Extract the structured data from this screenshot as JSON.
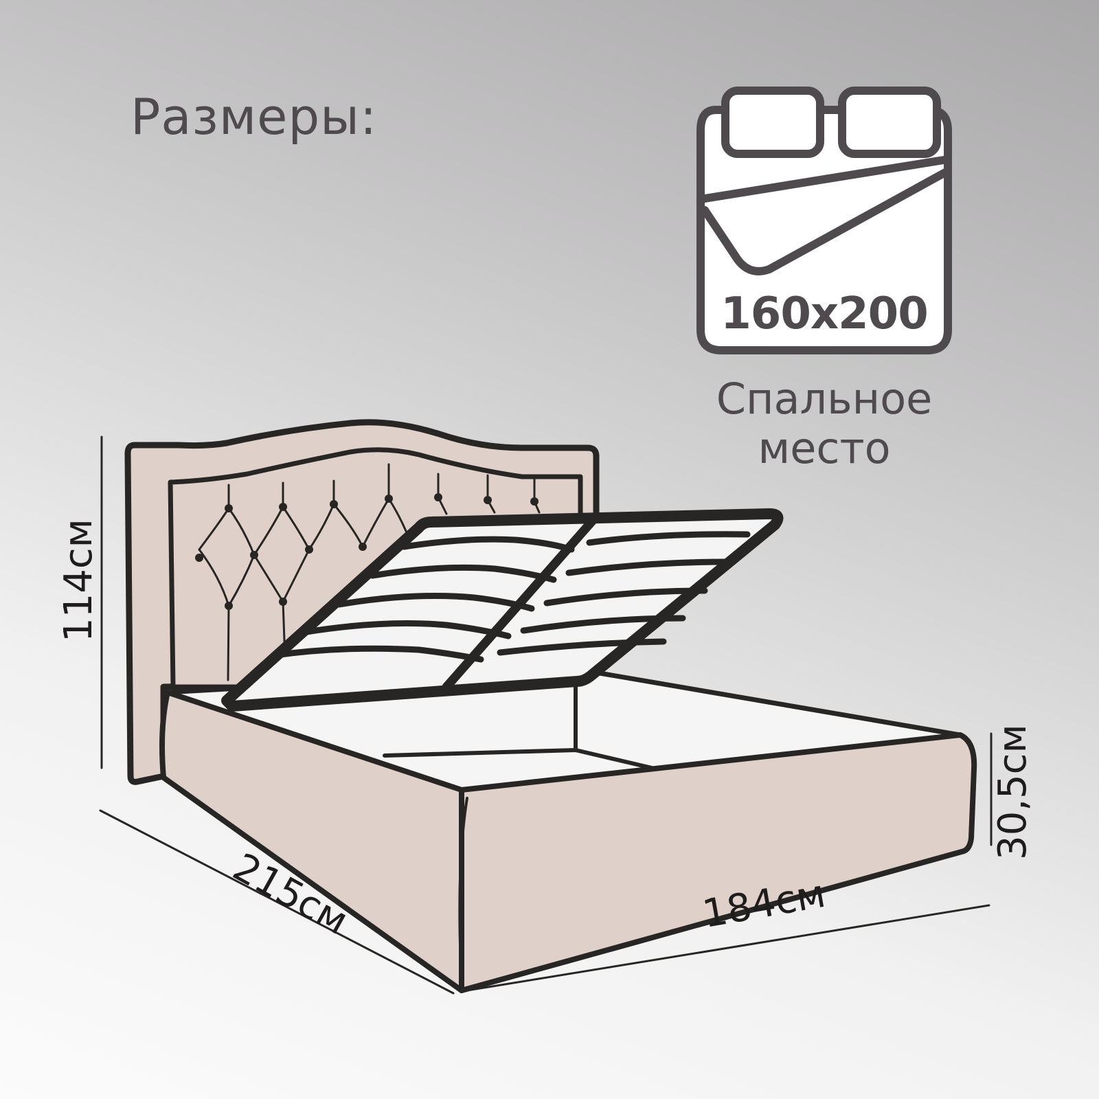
{
  "title": "Размеры:",
  "sleeping_area": {
    "icon": "double-bed-icon",
    "size_label": "160x200",
    "caption_line1": "Спальное",
    "caption_line2": "место"
  },
  "dimensions": {
    "height_total": "114см",
    "height_base": "30,5см",
    "length": "215см",
    "width": "184см"
  },
  "illustration": {
    "subject": "upholstered-bed-with-lift-mechanism",
    "headboard_style": "capitone-tufted",
    "upholstery_color": "#dfd1c9",
    "outline_color": "#272625"
  },
  "colors": {
    "text": "#4f4a4e",
    "dimension_text": "#1e1c1d",
    "background_top_right": "#a9a8a9",
    "background_bottom_left": "#fbfbfb"
  }
}
